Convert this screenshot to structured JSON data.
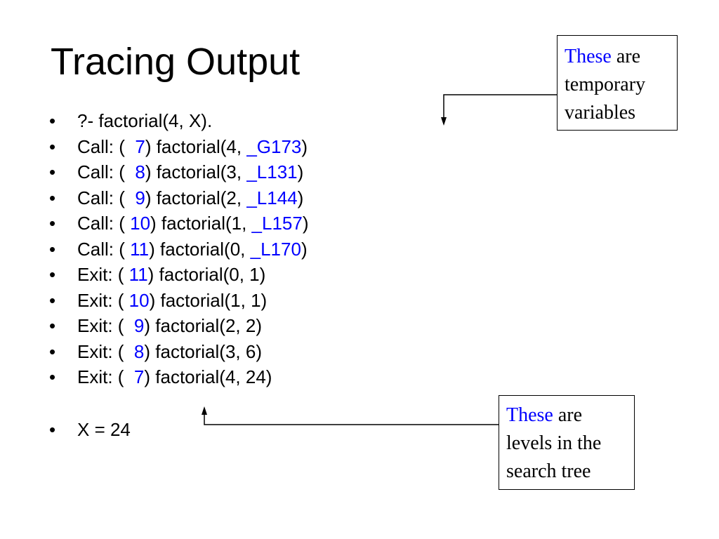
{
  "slide": {
    "title": "Tracing Output"
  },
  "colors": {
    "accent": "#0000ff",
    "text": "#000000",
    "background": "#ffffff"
  },
  "trace_lines": [
    {
      "segments": [
        {
          "text": "?- factorial(4, X).",
          "blue": false
        }
      ]
    },
    {
      "segments": [
        {
          "text": "Call: (  ",
          "blue": false
        },
        {
          "text": "7",
          "blue": true
        },
        {
          "text": ") factorial(4, ",
          "blue": false
        },
        {
          "text": "_G173",
          "blue": true
        },
        {
          "text": ")",
          "blue": false
        }
      ]
    },
    {
      "segments": [
        {
          "text": "Call: (  ",
          "blue": false
        },
        {
          "text": "8",
          "blue": true
        },
        {
          "text": ") factorial(3, ",
          "blue": false
        },
        {
          "text": "_L131",
          "blue": true
        },
        {
          "text": ")",
          "blue": false
        }
      ]
    },
    {
      "segments": [
        {
          "text": "Call: (  ",
          "blue": false
        },
        {
          "text": "9",
          "blue": true
        },
        {
          "text": ") factorial(2, ",
          "blue": false
        },
        {
          "text": "_L144",
          "blue": true
        },
        {
          "text": ")",
          "blue": false
        }
      ]
    },
    {
      "segments": [
        {
          "text": "Call: ( ",
          "blue": false
        },
        {
          "text": "10",
          "blue": true
        },
        {
          "text": ") factorial(1, ",
          "blue": false
        },
        {
          "text": "_L157",
          "blue": true
        },
        {
          "text": ")",
          "blue": false
        }
      ]
    },
    {
      "segments": [
        {
          "text": "Call: ( ",
          "blue": false
        },
        {
          "text": "11",
          "blue": true
        },
        {
          "text": ") factorial(0, ",
          "blue": false
        },
        {
          "text": "_L170",
          "blue": true
        },
        {
          "text": ")",
          "blue": false
        }
      ]
    },
    {
      "segments": [
        {
          "text": "Exit: ( ",
          "blue": false
        },
        {
          "text": "11",
          "blue": true
        },
        {
          "text": ") factorial(0, 1)",
          "blue": false
        }
      ]
    },
    {
      "segments": [
        {
          "text": "Exit: ( ",
          "blue": false
        },
        {
          "text": "10",
          "blue": true
        },
        {
          "text": ") factorial(1, 1)",
          "blue": false
        }
      ]
    },
    {
      "segments": [
        {
          "text": "Exit: (  ",
          "blue": false
        },
        {
          "text": "9",
          "blue": true
        },
        {
          "text": ") factorial(2, 2)",
          "blue": false
        }
      ]
    },
    {
      "segments": [
        {
          "text": "Exit: (  ",
          "blue": false
        },
        {
          "text": "8",
          "blue": true
        },
        {
          "text": ") factorial(3, 6)",
          "blue": false
        }
      ]
    },
    {
      "segments": [
        {
          "text": "Exit: (  ",
          "blue": false
        },
        {
          "text": "7",
          "blue": true
        },
        {
          "text": ") factorial(4, 24)",
          "blue": false
        }
      ]
    }
  ],
  "result_lines": [
    {
      "segments": [
        {
          "text": "X = 24",
          "blue": false
        }
      ]
    }
  ],
  "bullet_glyph": "•",
  "callouts": {
    "temporary_variables": {
      "highlight": "These",
      "rest": " are temporary variables"
    },
    "search_levels": {
      "highlight": "These",
      "rest": " are levels in the search tree"
    }
  }
}
